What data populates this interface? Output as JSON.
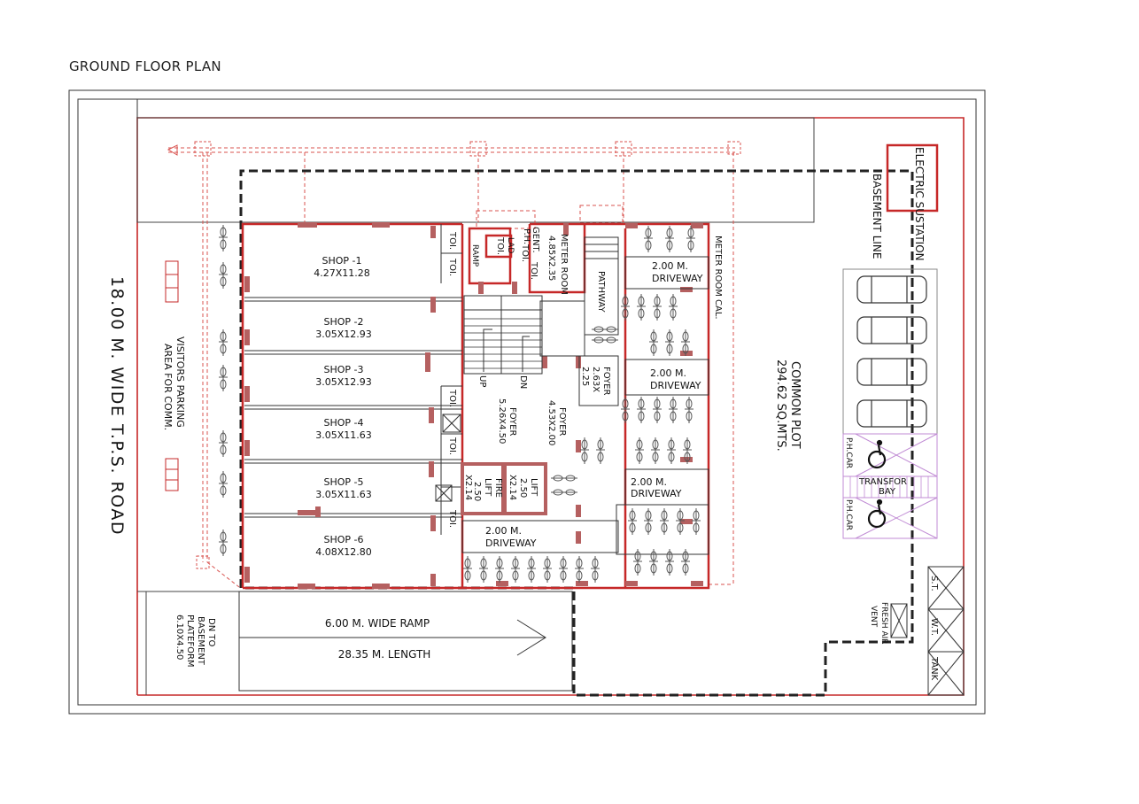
{
  "title": "GROUND FLOOR PLAN",
  "road": "18.00 M. WIDE  T.P.S. ROAD",
  "visitors_parking": [
    "VISITORS PARKING",
    "AREA FOR COMM."
  ],
  "shops": [
    {
      "name": "SHOP -1",
      "size": "4.27X11.28"
    },
    {
      "name": "SHOP -2",
      "size": "3.05X12.93"
    },
    {
      "name": "SHOP -3",
      "size": "3.05X12.93"
    },
    {
      "name": "SHOP -4",
      "size": "3.05X11.63"
    },
    {
      "name": "SHOP -5",
      "size": "3.05X11.63"
    },
    {
      "name": "SHOP -6",
      "size": "4.08X12.80"
    }
  ],
  "toilets": [
    "TOI.",
    "TOI.",
    "TOI.",
    "TOI.",
    "TOI.",
    "TOI.",
    "TOI.",
    "TOI."
  ],
  "core_labels": {
    "ramp": "RAMP",
    "gent": "GENT.",
    "ph": "P.H.",
    "lad": "LAD",
    "up": "UP",
    "dn": "DN",
    "foyer_main": [
      "FOYER",
      "5.26X4.50"
    ],
    "foyer_side": [
      "FOYER",
      "4.53X2.00"
    ],
    "foyer_small": [
      "FOYER",
      "2.63X",
      "2.25"
    ],
    "fire_lift": [
      "FIRE",
      "LIFT",
      "2.50",
      "X2.14"
    ],
    "lift": [
      "LIFT",
      "2.50",
      "X2.14"
    ],
    "meter_room": [
      "METER ROOM",
      "4.85X2.35"
    ],
    "pathway": "PATHWAY",
    "meter_room_cal": "METER ROOM CAL."
  },
  "driveways": [
    [
      "2.00 M.",
      "DRIVEWAY"
    ],
    [
      "2.00 M.",
      "DRIVEWAY"
    ],
    [
      "2.00 M.",
      "DRIVEWAY"
    ],
    [
      "2.00 M.",
      "DRIVEWAY"
    ]
  ],
  "electric": "ELECTRIC SUSTATION",
  "basement_line": "BASEMENT LINE",
  "common_plot": [
    "COMMON PLOT",
    "294.62 SQ.MTS."
  ],
  "ph_car": "P.H.CAR",
  "transfor_bay": [
    "TRANSFOR",
    "BAY"
  ],
  "tanks": [
    "S.T.",
    "W.T.",
    "TANK"
  ],
  "fresh_air": [
    "FRESH AIR",
    "VENT"
  ],
  "ramp": {
    "width": "6.00 M. WIDE RAMP",
    "length": "28.35 M. LENGTH"
  },
  "platform": [
    "DN TO",
    "BASEMENT",
    "PLATEFORM",
    "6.10X4.50"
  ],
  "colors": {
    "wall": "#c62828",
    "column": "#b56060",
    "line": "#222222",
    "accent": "#9b59b6"
  }
}
